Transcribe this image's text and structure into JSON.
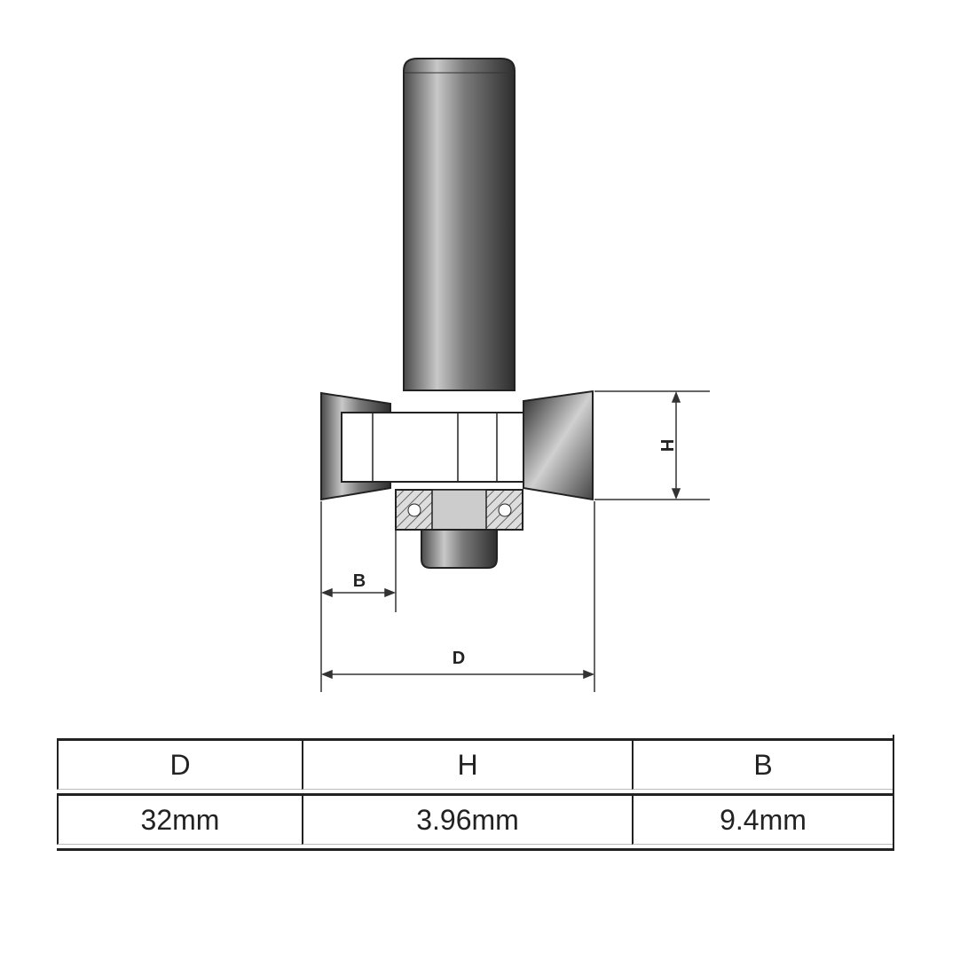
{
  "diagram": {
    "labels": {
      "height": "H",
      "bearing": "B",
      "diameter": "D"
    }
  },
  "table": {
    "headers": [
      "D",
      "H",
      "B"
    ],
    "values": [
      "32mm",
      "3.96mm",
      "9.4mm"
    ]
  }
}
